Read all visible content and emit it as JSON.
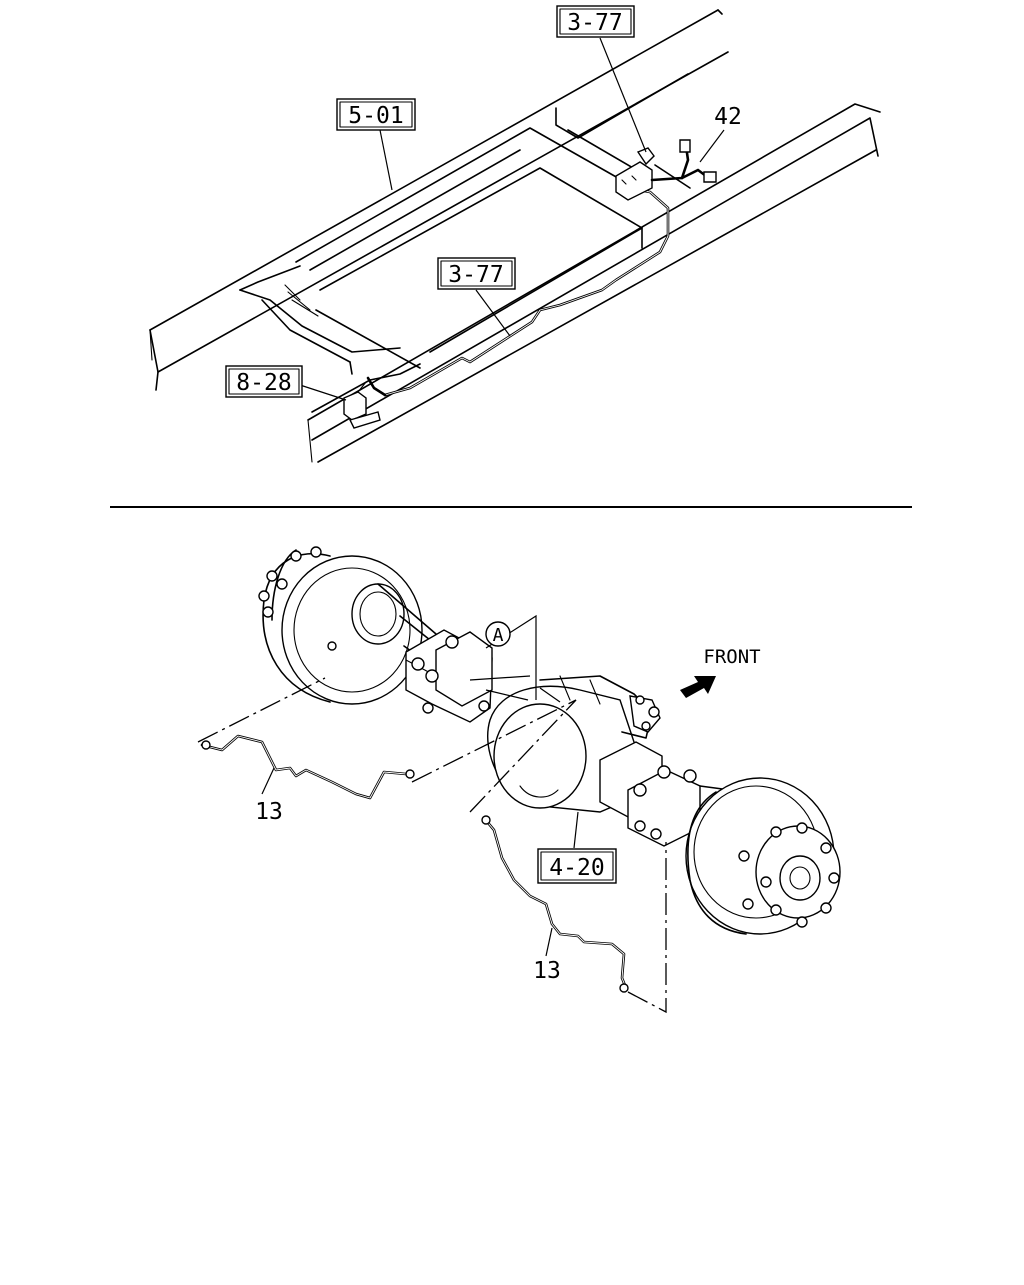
{
  "labels": {
    "frame_5_01": "5-01",
    "pipe_3_77_top": "3-77",
    "pipe_3_77_mid": "3-77",
    "part_42": "42",
    "part_8_28": "8-28",
    "axle_4_20": "4-20",
    "pipe_13_left": "13",
    "pipe_13_right": "13",
    "view_a": "A",
    "front": "FRONT"
  },
  "icons": {
    "front_arrow": "front-arrow-icon"
  }
}
